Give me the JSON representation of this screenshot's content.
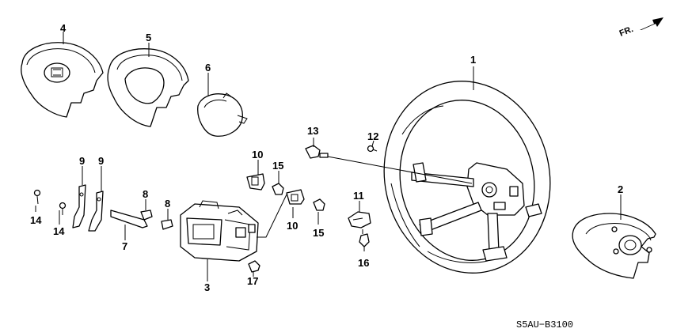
{
  "diagram_code": "S5AU−B3100",
  "direction_label": "FR.",
  "callouts": [
    "1",
    "2",
    "3",
    "4",
    "5",
    "6",
    "7",
    "8",
    "8",
    "9",
    "9",
    "10",
    "10",
    "11",
    "12",
    "13",
    "14",
    "14",
    "15",
    "15",
    "16",
    "17"
  ]
}
